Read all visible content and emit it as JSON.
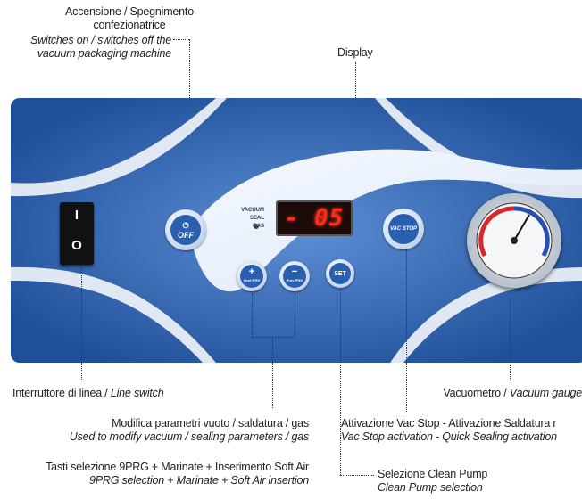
{
  "callouts": {
    "power": {
      "title_line1": "Accensione / Spegnimento",
      "title_line2": "confezionatrice",
      "en_line1": "Switches on / switches off the",
      "en_line2": "vacuum packaging machine"
    },
    "display": {
      "title": "Display"
    },
    "line_switch": {
      "it": "Interruttore di linea / ",
      "en": "Line switch"
    },
    "vacuum_gauge": {
      "it": "Vacuometro / ",
      "en": "Vacuum gauge"
    },
    "modify_params": {
      "it": "Modifica parametri vuoto / saldatura / gas",
      "en": "Used to modify vacuum / sealing parameters / gas"
    },
    "vacstop": {
      "it": "Attivazione Vac Stop - Attivazione Saldatura r",
      "en": "Vac Stop activation - Quick Sealing activation"
    },
    "select_keys": {
      "it": "Tasti selezione 9PRG + Marinate + Inserimento Soft Air",
      "en": "9PRG selection + Marinate + Soft Air insertion"
    },
    "clean_pump": {
      "it": "Selezione Clean Pump",
      "en": "Clean Pump selection"
    }
  },
  "panel": {
    "off_label": "OFF",
    "display_value": "- 05",
    "indicators": [
      "VACUUM",
      "SEAL",
      "GAS"
    ],
    "plus_label": "+",
    "minus_label": "−",
    "plus_sub": "Next PRG",
    "minus_sub": "Prev PRG",
    "set_label": "SET",
    "vacstop_label": "VAC STOP",
    "switch_top": "I",
    "switch_bottom": "O"
  },
  "colors": {
    "panel": "#2a5fb0",
    "display_red": "#ff2a1a",
    "text": "#222222"
  }
}
